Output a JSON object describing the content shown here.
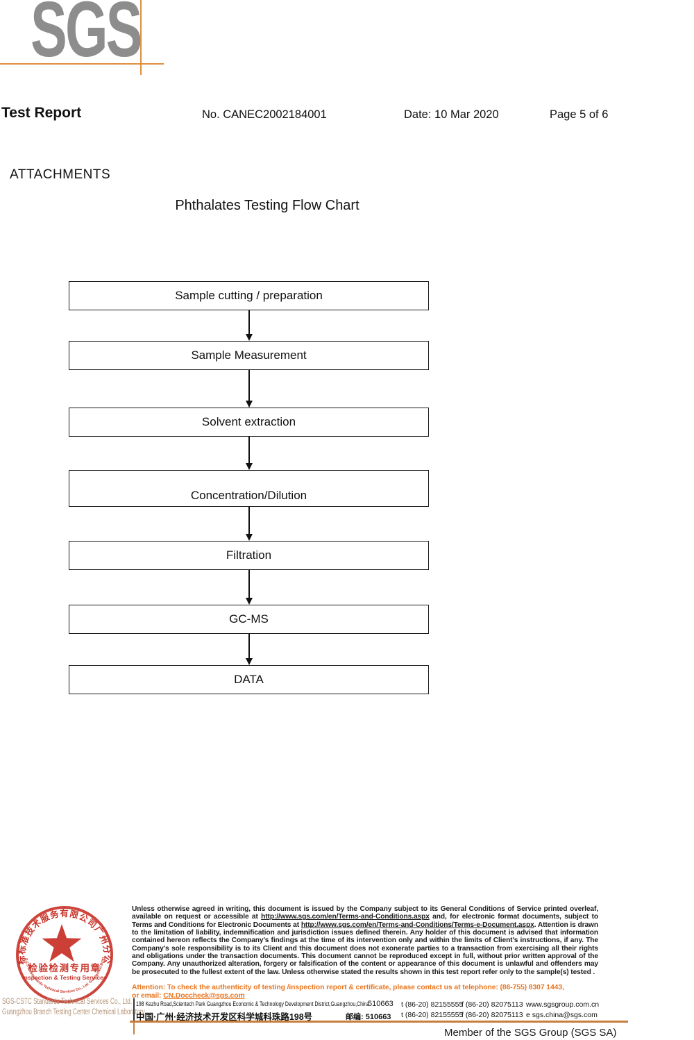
{
  "header": {
    "logo_text": "SGS",
    "title": "Test Report",
    "report_no": "No. CANEC2002184001",
    "date": "Date: 10 Mar 2020",
    "page": "Page 5 of 6"
  },
  "attachments": {
    "heading": "ATTACHMENTS",
    "chart_title": "Phthalates Testing Flow Chart"
  },
  "flowchart": {
    "steps": [
      "Sample cutting / preparation",
      "Sample Measurement",
      "Solvent extraction",
      "Concentration/Dilution",
      "Filtration",
      "GC-MS",
      "DATA"
    ]
  },
  "stamp": {
    "ring_top_cn": "通标标准技术服务有限公司广州分公司",
    "ring_bottom_en": "SGS-CSTC Standards Technical Services Co., Ltd. Guangzhou Branch",
    "center_cn": "检验检测专用章",
    "center_en": "Inspection & Testing Services"
  },
  "footer": {
    "company_line1": "SGS-CSTC Standards Technical Services Co., Ltd.",
    "company_line2": "Guangzhou Branch Testing Center Chemical Laboratory.",
    "legal": {
      "seg1": "Unless otherwise agreed in writing, this document is issued by the Company subject to its General Conditions of Service printed overleaf, available on request or accessible at ",
      "link1": "http://www.sgs.com/en/Terms-and-Conditions.aspx",
      "seg2": " and, for electronic format documents, subject to Terms and Conditions for Electronic Documents at ",
      "link2": "http://www.sgs.com/en/Terms-and-Conditions/Terms-e-Document.aspx",
      "seg3": ". Attention is drawn to the limitation of liability, indemnification and jurisdiction issues defined therein. Any holder of this document is advised that information contained hereon reflects the Company's findings at the time of its intervention only and within the limits of Client's instructions, if any. The Company's sole responsibility is to its Client and this document does not exonerate parties to a transaction from exercising all their rights and obligations under the transaction documents. This document cannot be reproduced except in full, without prior written approval of the Company. Any unauthorized alteration, forgery or falsification of the content or appearance of this document is unlawful and offenders may be prosecuted to the fullest extent of the law. Unless otherwise stated the results shown in this test report refer only to the sample(s) tested ."
    },
    "attention": {
      "line1": "Attention: To check the authenticity of testing /inspection report & certificate, please contact us at telephone: (86-755) 8307 1443,",
      "line2_prefix": "or email: ",
      "email": "CN.Doccheck@sgs.com"
    },
    "address": {
      "en": "198 Kezhu Road,Scientech Park Guangzhou Economic & Technology Development District,Guangzhou,China",
      "zip": "510663",
      "tel": "t (86-20) 82155555",
      "fax": "f (86-20) 82075113",
      "web": "www.sgsgroup.com.cn",
      "cn": "中国·广州·经济技术开发区科学城科珠路198号",
      "zip_cn": "邮编: 510663",
      "email": "e  sgs.china@sgs.com"
    },
    "member": "Member of the SGS Group (SGS SA)"
  },
  "colors": {
    "brand_orange_line": "#dd8f3f",
    "attention_orange": "#e87722",
    "stamp_red": "#c9352b",
    "logo_gray": "#8d8d8d"
  }
}
